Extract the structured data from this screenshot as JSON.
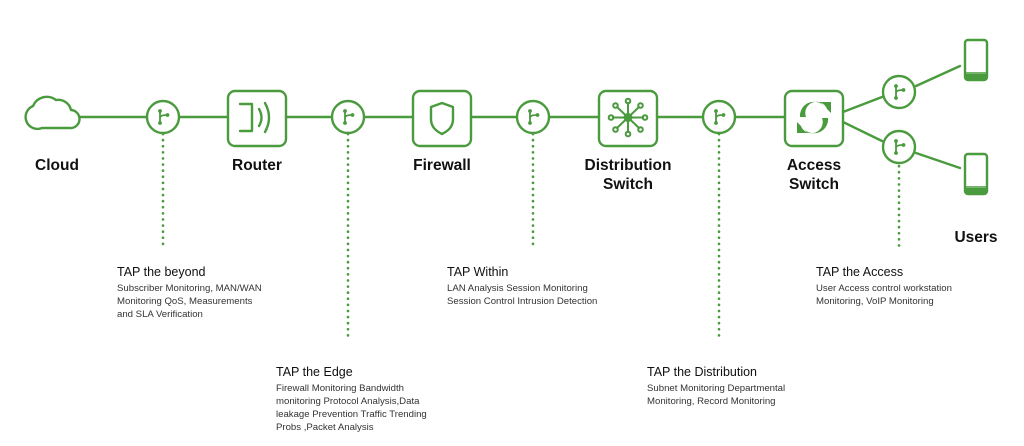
{
  "colors": {
    "accent": "#4a9a3e",
    "text": "#111111"
  },
  "nodes": {
    "cloud": "Cloud",
    "router": "Router",
    "firewall": "Firewall",
    "distribution_line1": "Distribution",
    "distribution_line2": "Switch",
    "access_line1": "Access",
    "access_line2": "Switch",
    "users": "Users"
  },
  "icons": {
    "cloud": "cloud-icon",
    "router": "router-icon",
    "firewall": "shield-icon",
    "distribution": "hub-icon",
    "access": "sync-arrows-icon",
    "users": "smartphone-icon",
    "tap": "branch-icon"
  },
  "taps": [
    {
      "title": "TAP the beyond",
      "lines": [
        "Subscriber Monitoring, MAN/WAN",
        "Monitoring QoS, Measurements",
        "and SLA Verification"
      ]
    },
    {
      "title": "TAP the Edge",
      "lines": [
        "Firewall Monitoring Bandwidth",
        "monitoring Protocol Analysis,Data",
        "leakage Prevention Traffic Trending",
        "Probs ,Packet Analysis"
      ]
    },
    {
      "title": "TAP Within",
      "lines": [
        "LAN Analysis Session Monitoring",
        "Session Control Intrusion Detection"
      ]
    },
    {
      "title": "TAP the Distribution",
      "lines": [
        "Subnet Monitoring Departmental",
        "Monitoring, Record Monitoring"
      ]
    },
    {
      "title": "TAP the Access",
      "lines": [
        "User Access control workstation",
        "Monitoring, VoIP Monitoring"
      ]
    }
  ]
}
